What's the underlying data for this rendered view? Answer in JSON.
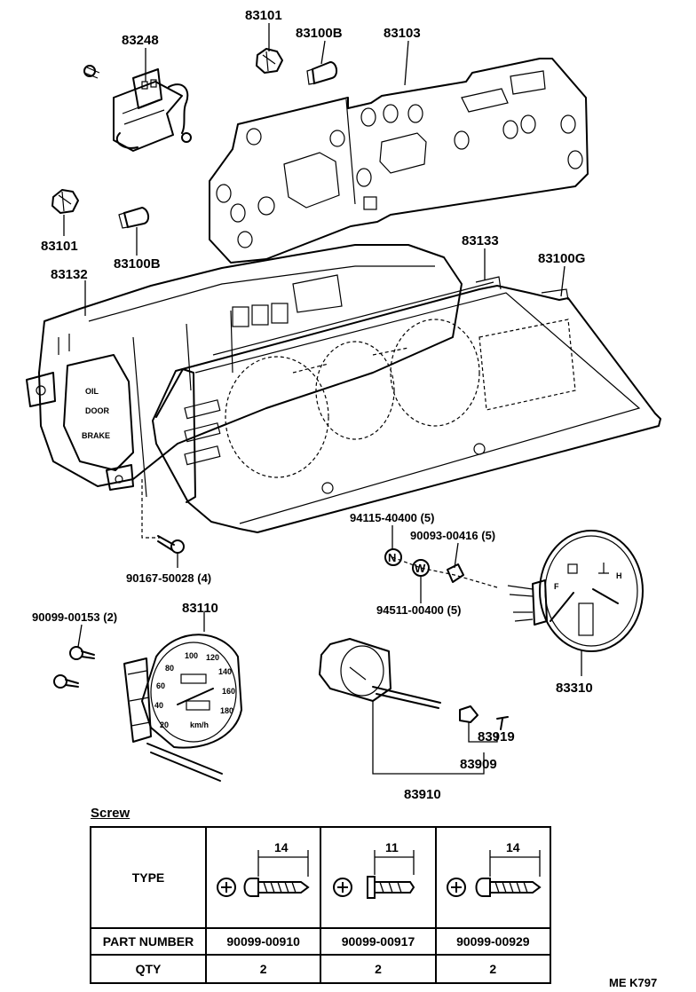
{
  "labels": {
    "l83248": "83248",
    "l83101a": "83101",
    "l83100b_a": "83100B",
    "l83103": "83103",
    "l83101b": "83101",
    "l83100b_b": "83100B",
    "l83132": "83132",
    "l83133": "83133",
    "l83100g": "83100G",
    "l94115": "94115-40400 (5)",
    "l90093": "90093-00416 (5)",
    "l94511": "94511-00400 (5)",
    "l90167": "90167-50028 (4)",
    "l90099_153": "90099-00153 (2)",
    "l83110": "83110",
    "l83310": "83310",
    "l83919": "83919",
    "l83909": "83909",
    "l83910": "83910"
  },
  "callouts": {
    "n": "N",
    "w": "W"
  },
  "gauge_text": {
    "speedo_ticks": [
      "20",
      "40",
      "60",
      "80",
      "100",
      "120",
      "140",
      "160",
      "180"
    ],
    "speedo_unit": "km/h",
    "warning_oil": "OIL",
    "warning_door": "DOOR",
    "warning_brake": "BRAKE",
    "fuel_f": "F",
    "temp_h": "H"
  },
  "screw_table": {
    "title": "Screw",
    "row_type": "TYPE",
    "row_part": "PART NUMBER",
    "row_qty": "QTY",
    "columns": [
      {
        "dimension": "14",
        "part_number": "90099-00910",
        "qty": "2"
      },
      {
        "dimension": "11",
        "part_number": "90099-00917",
        "qty": "2"
      },
      {
        "dimension": "14",
        "part_number": "90099-00929",
        "qty": "2"
      }
    ]
  },
  "drawing_code": "ME K797"
}
